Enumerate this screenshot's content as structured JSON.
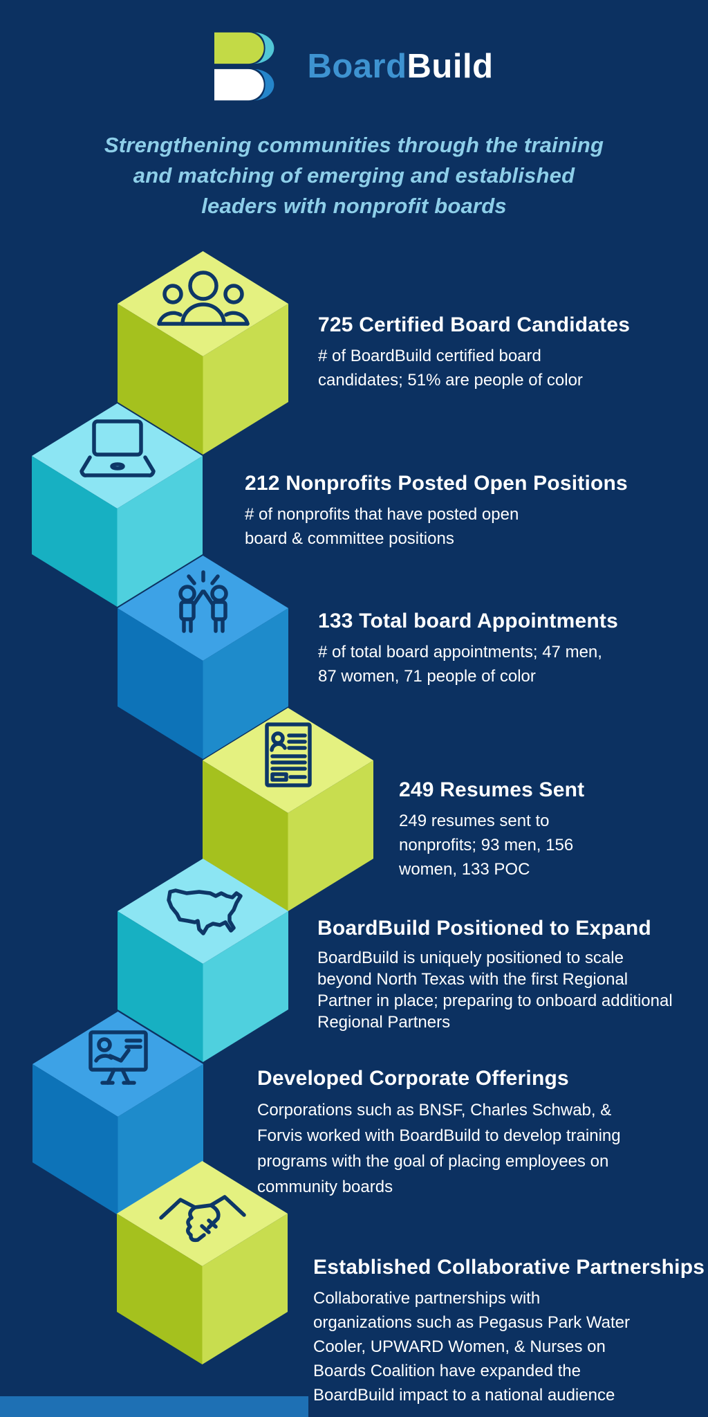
{
  "page": {
    "background_color": "#0c3161",
    "type": "infographic"
  },
  "logo": {
    "board": "Board",
    "build": "Build",
    "colors": {
      "board_text": "#3e93d1",
      "build_text": "#ffffff",
      "mark_lime": "#c3da46",
      "mark_teal": "#52c7d6",
      "mark_white": "#ffffff",
      "mark_blue": "#2585ca"
    }
  },
  "tagline": {
    "color": "#8ecfe9",
    "lines": [
      "Strengthening communities through the training",
      "and matching of emerging and established",
      "leaders with nonprofit boards"
    ]
  },
  "palette": {
    "cube_green": {
      "top": "#e4f180",
      "left": "#a5c11e",
      "right": "#c8dd4f"
    },
    "cube_cyan": {
      "top": "#8ce5f3",
      "left": "#17b0c2",
      "right": "#4fd0de"
    },
    "cube_blue": {
      "top": "#3da2e6",
      "left": "#0d73b8",
      "right": "#1e8bcb"
    },
    "icon_stroke": "#0d3767",
    "footer_bar": "#1e70b4",
    "heading_text": "#ffffff",
    "body_text": "#ffffff"
  },
  "cubes": [
    {
      "icon": "people-group-icon",
      "color": "green"
    },
    {
      "icon": "laptop-icon",
      "color": "cyan"
    },
    {
      "icon": "high-five-icon",
      "color": "blue"
    },
    {
      "icon": "resume-icon",
      "color": "green"
    },
    {
      "icon": "usa-map-icon",
      "color": "cyan"
    },
    {
      "icon": "presentation-icon",
      "color": "blue"
    },
    {
      "icon": "handshake-icon",
      "color": "green"
    }
  ],
  "stats": [
    {
      "heading": "725 Certified Board Candidates",
      "body": [
        "# of BoardBuild certified board",
        "candidates; 51% are people of color"
      ]
    },
    {
      "heading": "212 Nonprofits Posted Open Positions",
      "body": [
        "# of nonprofits that have posted open",
        "board & committee positions"
      ]
    },
    {
      "heading": "133 Total board Appointments",
      "body": [
        "# of total board appointments; 47 men,",
        "87 women, 71 people of color"
      ]
    },
    {
      "heading": "249 Resumes Sent",
      "body": [
        "249 resumes sent to",
        "nonprofits; 93 men, 156",
        "women, 133 POC"
      ]
    },
    {
      "heading": "BoardBuild Positioned to Expand",
      "body": [
        "BoardBuild is uniquely positioned to scale",
        "beyond North Texas with the first Regional",
        "Partner in place; preparing to onboard additional",
        "Regional Partners"
      ]
    },
    {
      "heading": "Developed Corporate Offerings",
      "body": [
        "Corporations such as BNSF, Charles Schwab,  &",
        "Forvis worked with BoardBuild to develop training",
        "programs with the goal of placing employees on",
        "community boards"
      ]
    },
    {
      "heading": "Established Collaborative Partnerships",
      "body": [
        "Collaborative partnerships with",
        "organizations such as Pegasus Park Water",
        "Cooler, UPWARD Women, & Nurses on",
        "Boards Coalition have expanded the",
        "BoardBuild impact to a national audience"
      ]
    }
  ]
}
